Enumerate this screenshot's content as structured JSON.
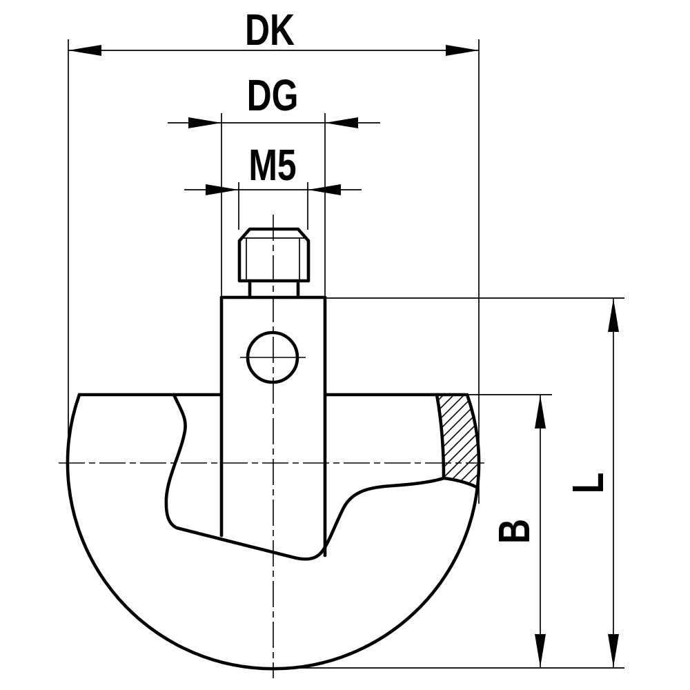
{
  "drawing": {
    "type": "technical-dimension-drawing",
    "labels": {
      "dk": "DK",
      "dg": "DG",
      "m5": "M5",
      "b": "B",
      "l": "L"
    },
    "colors": {
      "line": "#000000",
      "background": "#ffffff"
    }
  }
}
